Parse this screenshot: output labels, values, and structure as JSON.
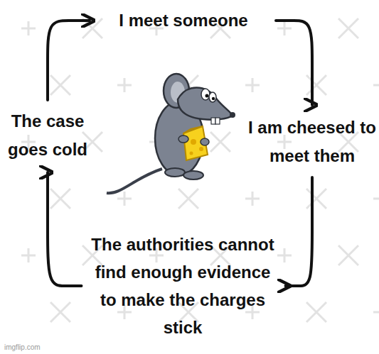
{
  "diagram": {
    "nodes": [
      {
        "text": [
          "I meet someone"
        ]
      },
      {
        "text": [
          "I am cheesed to meet them"
        ]
      },
      {
        "text": [
          "The authorities cannot find enough evidence to make the charges stick"
        ]
      },
      {
        "text": [
          "The case goes cold"
        ]
      }
    ],
    "edges": [
      {
        "from": 0,
        "to": 1,
        "arrow": "to"
      },
      {
        "from": 1,
        "to": 2,
        "arrow": "to"
      },
      {
        "from": 2,
        "to": 3,
        "arrow": "to"
      },
      {
        "from": 3,
        "to": 0,
        "arrow": "to"
      }
    ],
    "labels": [
      "imgflip.com"
    ]
  }
}
